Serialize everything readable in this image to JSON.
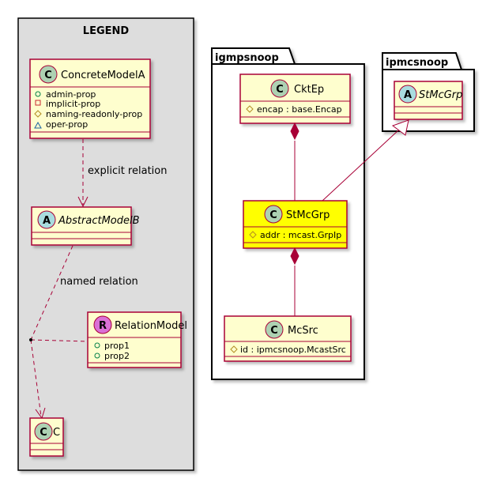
{
  "colors": {
    "class_fill": "#FEFECE",
    "class_border": "#A80036",
    "highlight_fill": "#FFFF00",
    "circle_c": "#ADD1B2",
    "circle_a": "#A9DCDF",
    "circle_r": "#DA70D6",
    "legend_bg": "#DDDDDD"
  },
  "legend": {
    "title": "LEGEND",
    "concrete": {
      "stereotype_letter": "C",
      "name": "ConcreteModelA",
      "props": [
        {
          "vis": "public",
          "text": "admin-prop"
        },
        {
          "vis": "private",
          "text": "implicit-prop"
        },
        {
          "vis": "protected",
          "text": "naming-readonly-prop"
        },
        {
          "vis": "package",
          "text": "oper-prop"
        }
      ]
    },
    "explicit_label": "explicit relation",
    "abstract": {
      "stereotype_letter": "A",
      "name": "AbstractModelB"
    },
    "named_label": "named relation",
    "relation": {
      "stereotype_letter": "R",
      "name": "RelationModel",
      "props": [
        {
          "vis": "public",
          "text": "prop1"
        },
        {
          "vis": "public",
          "text": "prop2"
        }
      ]
    },
    "c_class": {
      "stereotype_letter": "C",
      "name": "C"
    }
  },
  "pkg_igmp": {
    "name": "igmpsnoop",
    "cktep": {
      "stereotype_letter": "C",
      "name": "CktEp",
      "attr": "encap : base.Encap"
    },
    "stmcgrp": {
      "stereotype_letter": "C",
      "name": "StMcGrp",
      "attr": "addr : mcast.GrpIp"
    },
    "mcsrc": {
      "stereotype_letter": "C",
      "name": "McSrc",
      "attr": "id : ipmcsnoop.McastSrc"
    }
  },
  "pkg_ipmc": {
    "name": "ipmcsnoop",
    "stmcgrp": {
      "stereotype_letter": "A",
      "name": "StMcGrp"
    }
  }
}
